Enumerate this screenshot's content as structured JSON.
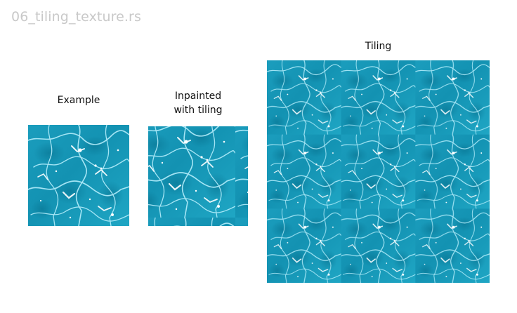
{
  "file_title": "06_tiling_texture.rs",
  "panels": {
    "example": {
      "label": "Example",
      "texture": "water-caustics",
      "water_color": "#1a9fbf"
    },
    "inpainted": {
      "label_line1": "Inpainted",
      "label_line2": "with tiling",
      "texture": "water-caustics",
      "water_color": "#1a9fbf"
    },
    "tiling": {
      "label": "Tiling",
      "texture": "water-caustics-tiled",
      "grid": "3x3",
      "water_color": "#1a9fbf"
    }
  }
}
